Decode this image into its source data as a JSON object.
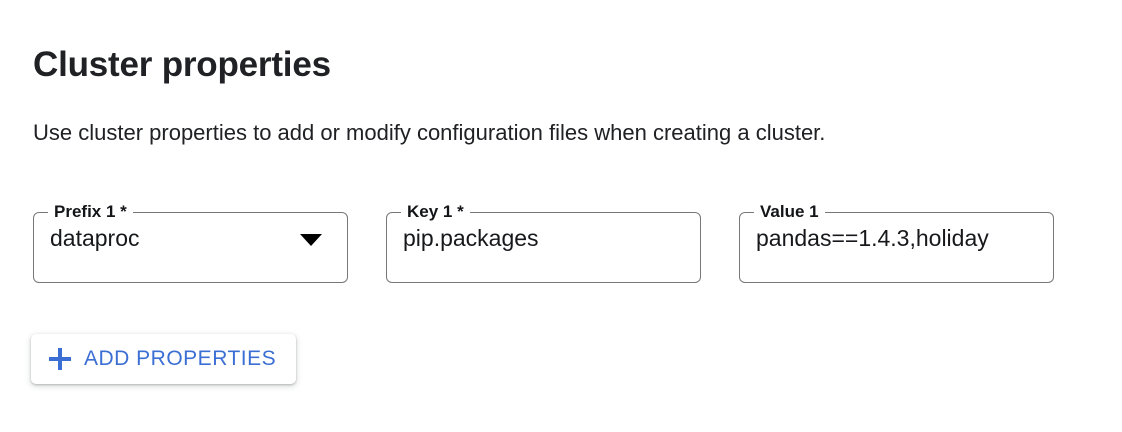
{
  "page": {
    "title": "Cluster properties",
    "description": "Use cluster properties to add or modify configuration files when creating a cluster."
  },
  "colors": {
    "accent_blue": "#3c6fd4",
    "text_primary": "#202124",
    "field_border": "#76797c",
    "background": "#ffffff"
  },
  "properties_row": {
    "prefix": {
      "label": "Prefix 1 *",
      "value": "dataproc",
      "control": "select",
      "icon": "dropdown-arrow-icon"
    },
    "key": {
      "label": "Key 1 *",
      "value": "pip.packages",
      "control": "text"
    },
    "value": {
      "label": "Value 1",
      "value": "pandas==1.4.3,holiday",
      "control": "text"
    }
  },
  "add_button": {
    "label": "ADD PROPERTIES",
    "icon": "plus-icon"
  }
}
